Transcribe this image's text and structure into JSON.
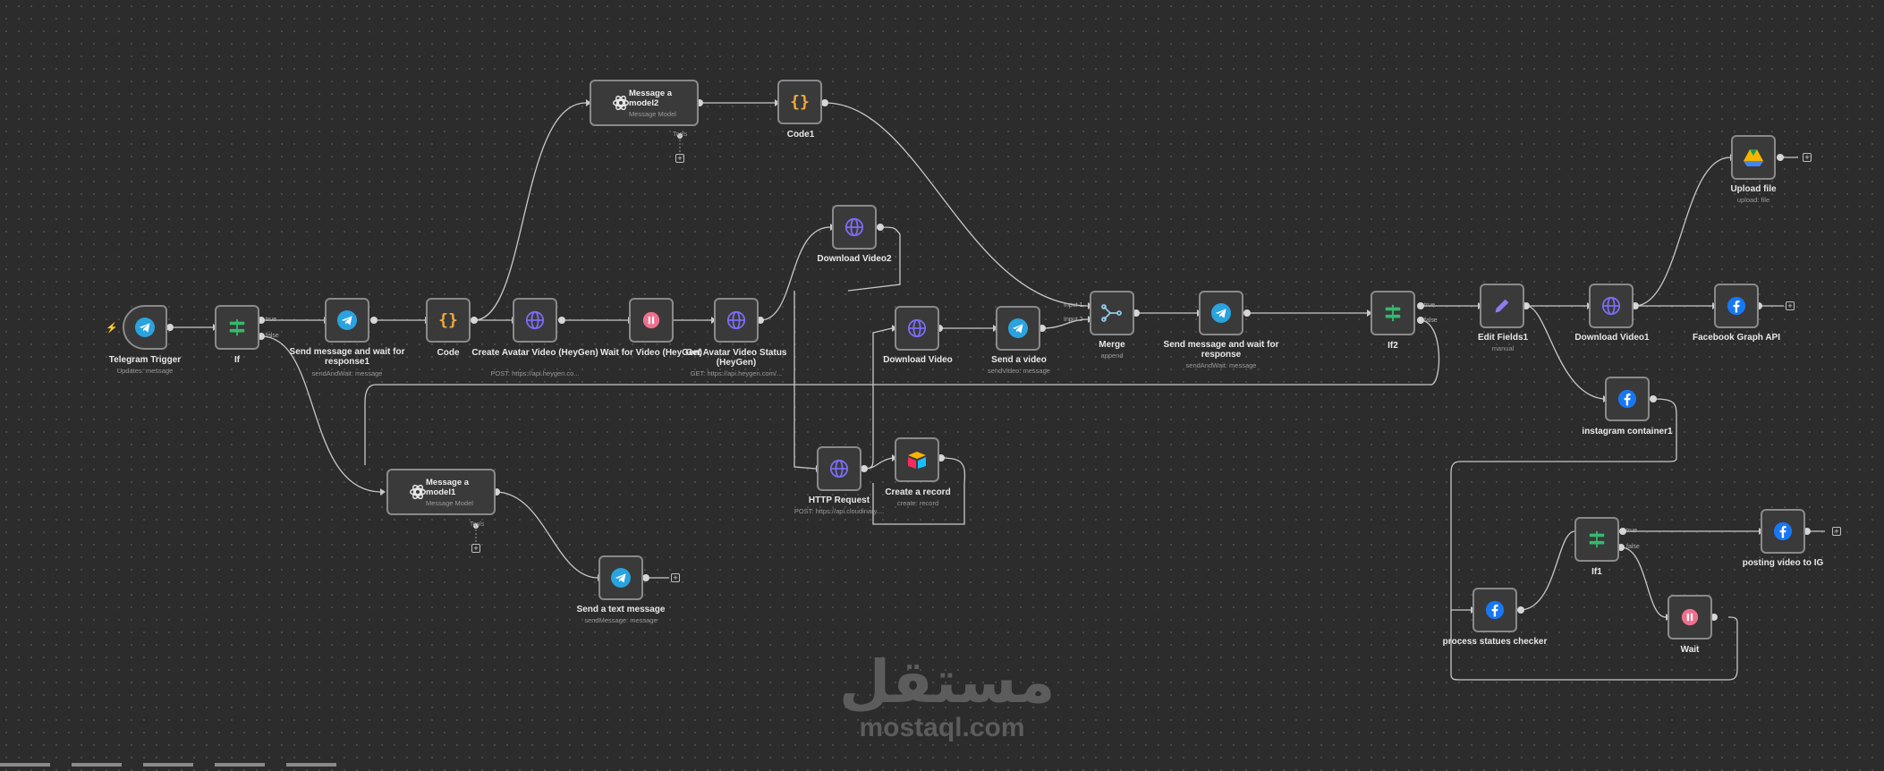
{
  "canvas": {
    "bg": "#2c2c2c"
  },
  "nodes": {
    "telegram_trigger": {
      "label": "Telegram Trigger",
      "sub": "Updates: message"
    },
    "if": {
      "label": "If",
      "true": "true",
      "false": "false"
    },
    "send_wait1": {
      "label": "Send message and wait for response1",
      "sub": "sendAndWait: message"
    },
    "code": {
      "label": "Code"
    },
    "create_avatar": {
      "label": "Create Avatar Video (HeyGen)",
      "sub": "POST: https://api.heygen.co..."
    },
    "wait_video": {
      "label": "Wait for Video (HeyGen)"
    },
    "get_status": {
      "label": "Get Avatar Video Status (HeyGen)",
      "sub": "GET: https://api.heygen.com/..."
    },
    "message_model2": {
      "title": "Message a model2",
      "sub": "Message Model",
      "tools": "Tools"
    },
    "code1": {
      "label": "Code1"
    },
    "download_video2": {
      "label": "Download Video2"
    },
    "download_video": {
      "label": "Download Video"
    },
    "send_video": {
      "label": "Send a video",
      "sub": "sendVideo: message"
    },
    "merge": {
      "label": "Merge",
      "sub": "append",
      "input1": "Input 1",
      "input2": "Input 2"
    },
    "send_wait": {
      "label": "Send message and wait for response",
      "sub": "sendAndWait: message"
    },
    "if2": {
      "label": "If2",
      "true": "true",
      "false": "false"
    },
    "edit_fields": {
      "label": "Edit Fields1",
      "sub": "manual"
    },
    "download_video1": {
      "label": "Download Video1"
    },
    "upload_file": {
      "label": "Upload file",
      "sub": "upload: file"
    },
    "fb_graph": {
      "label": "Facebook Graph API"
    },
    "ig_container": {
      "label": "instagram container1"
    },
    "http_request": {
      "label": "HTTP Request",
      "sub": "POST: https://api.cloudinary...."
    },
    "create_record": {
      "label": "Create a record",
      "sub": "create: record"
    },
    "message_model1": {
      "title": "Message a model1",
      "sub": "Message Model",
      "tools": "Tools"
    },
    "send_text": {
      "label": "Send a text message",
      "sub": "sendMessage: message"
    },
    "if1": {
      "label": "If1",
      "true": "true",
      "false": "false"
    },
    "posting_ig": {
      "label": "posting video to IG"
    },
    "process_checker": {
      "label": "process statues checker"
    },
    "wait": {
      "label": "Wait"
    }
  },
  "icons": {
    "telegram": "telegram-icon",
    "if": "branch-icon",
    "code": "braces-icon",
    "http": "globe-icon",
    "wait": "pause-icon",
    "openai": "openai-icon",
    "merge": "merge-icon",
    "edit": "pencil-icon",
    "drive": "google-drive-icon",
    "facebook": "facebook-icon",
    "airtable": "airtable-icon"
  },
  "colors": {
    "accent": "#ff6d5a",
    "telegram": "#2aa3df",
    "if": "#35b96e",
    "code": "#f6a93b",
    "http": "#7b6cf2",
    "wait": "#ef6f8f",
    "facebook": "#1877f2",
    "edit": "#8e7cf0"
  },
  "watermark": {
    "arabic": "مستقل",
    "latin": "mostaql.com"
  }
}
